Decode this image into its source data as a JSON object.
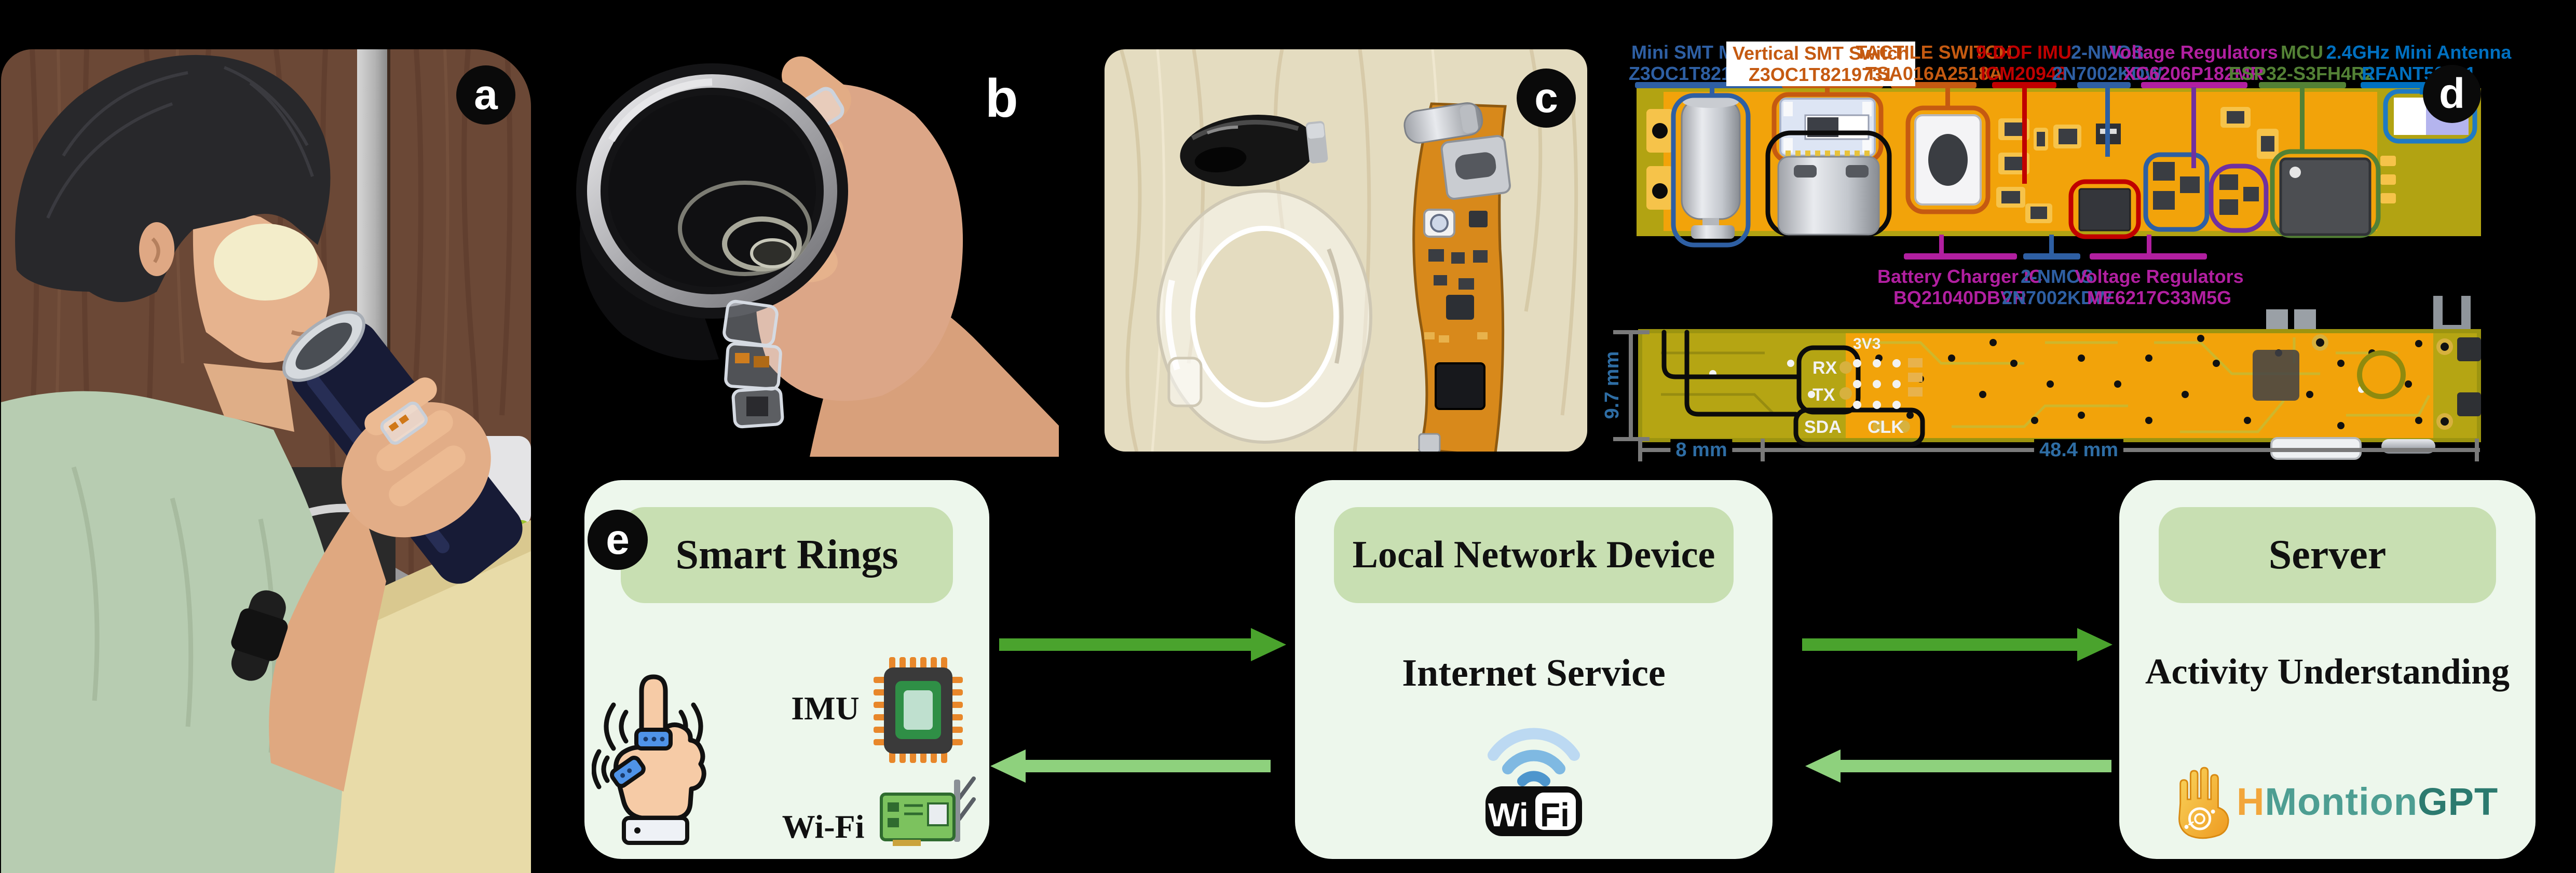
{
  "badges": {
    "a": "a",
    "b": "b",
    "c": "c",
    "d": "d",
    "e": "e"
  },
  "pcb": {
    "top_labels": [
      {
        "name": "Mini SMT Motor",
        "part": "Z3OC1T8219731",
        "color": "#2e5fa3"
      },
      {
        "name": "Vertical SMT Switch",
        "part": "Z3OC1T8219731",
        "color": "#c55a11"
      },
      {
        "name": "TACTILE SWITCH",
        "part": "TSA016A2518A",
        "color": "#c55a11"
      },
      {
        "name": "9-DOF IMU",
        "part": "ICM20948",
        "color": "#c00000"
      },
      {
        "name": "2-NMOS",
        "part": "2N7002KDW",
        "color": "#2e5fa3"
      },
      {
        "name": "Voltage Regulators",
        "part": "XC6206P182MR",
        "color": "#b11fa0"
      },
      {
        "name": "MCU",
        "part": "ESP32-S3FH4R2",
        "color": "#538135"
      },
      {
        "name": "2.4GHz Mini Antenna",
        "part": "RFANT52201",
        "color": "#0070c0"
      }
    ],
    "bottom_labels": [
      {
        "name": "Battery Charger IC",
        "part": "BQ21040DBVR",
        "color": "#b11fa0"
      },
      {
        "name": "2-NMOS",
        "part": "2N7002KDW",
        "color": "#2e5fa3"
      },
      {
        "name": "Voltage Regulators",
        "part": "ME6217C33M5G",
        "color": "#b11fa0"
      }
    ],
    "silkscreen": {
      "rx": "RX",
      "tx": "TX",
      "sda": "SDA",
      "clk": "CLK",
      "net": "3V3"
    },
    "dimensions": {
      "height": "9.7 mm",
      "left_width": "8 mm",
      "right_width": "48.4 mm"
    }
  },
  "flow": {
    "smart_rings": {
      "title": "Smart Rings",
      "imu": "IMU",
      "wifi": "Wi-Fi"
    },
    "local_network": {
      "title": "Local Network Device",
      "subtitle": "Internet Service",
      "wifi_wi": "Wi",
      "wifi_fi": "Fi"
    },
    "server": {
      "title": "Server",
      "subtitle": "Activity Understanding",
      "logo_h": "H",
      "logo_montion": "Montion",
      "logo_gpt": "GPT"
    }
  },
  "colors": {
    "background": "#000000",
    "flow_box_fill": "#edf7ec",
    "flow_header_fill": "#c8dfb2",
    "arrow_dark": "#4aa32d",
    "arrow_light": "#8ed17d",
    "pcb_orange": "#f2a30a",
    "pcb_olive": "#b2a312",
    "dimension_blue": "#2e6da4",
    "wifi_arc_light": "#bcd9f2",
    "wifi_arc_mid": "#7fb9e2",
    "wifi_arc_dark": "#4e96cd",
    "logo_hand_orange": "#f2a63b",
    "logo_montion_teal": "#4d9e92",
    "logo_gpt_teal": "#2c7a6f"
  }
}
